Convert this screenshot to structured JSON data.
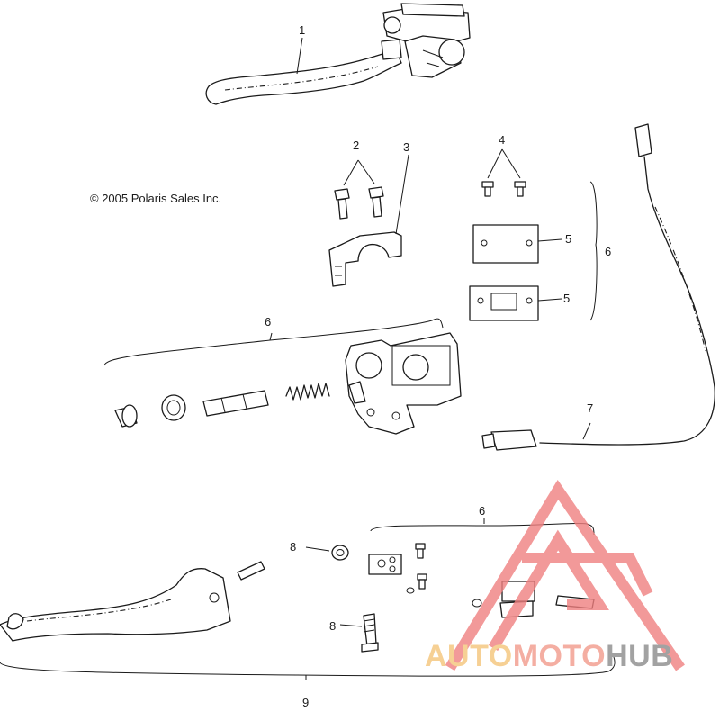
{
  "copyright": "© 2005 Polaris Sales Inc.",
  "callouts": {
    "c1": "1",
    "c2": "2",
    "c3": "3",
    "c4": "4",
    "c5a": "5",
    "c5b": "5",
    "c6_right": "6",
    "c6_mid": "6",
    "c6_low": "6",
    "c7": "7",
    "c8a": "8",
    "c8b": "8",
    "c9": "9"
  },
  "watermark": {
    "part1": "AUTO",
    "part2": "MOTO",
    "part3": "HUB",
    "color_part1": "#f5c57a",
    "color_part2": "#f29a8c",
    "color_part3": "#8c8c8c",
    "triangle_color": "#f08080"
  }
}
